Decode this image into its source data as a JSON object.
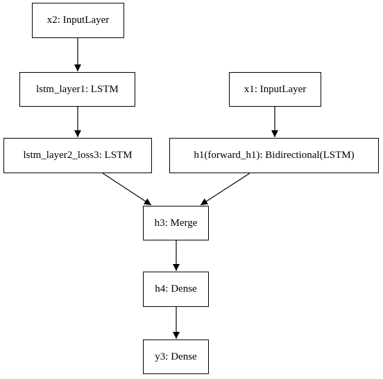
{
  "nodes": {
    "x2": "x2: InputLayer",
    "lstm_layer1": "lstm_layer1: LSTM",
    "x1": "x1: InputLayer",
    "lstm_layer2_loss3": "lstm_layer2_loss3: LSTM",
    "h1": "h1(forward_h1): Bidirectional(LSTM)",
    "h3": "h3: Merge",
    "h4": "h4: Dense",
    "y3": "y3: Dense"
  },
  "edges": [
    {
      "from": "x2",
      "to": "lstm_layer1"
    },
    {
      "from": "lstm_layer1",
      "to": "lstm_layer2_loss3"
    },
    {
      "from": "x1",
      "to": "h1"
    },
    {
      "from": "lstm_layer2_loss3",
      "to": "h3"
    },
    {
      "from": "h1",
      "to": "h3"
    },
    {
      "from": "h3",
      "to": "h4"
    },
    {
      "from": "h4",
      "to": "y3"
    }
  ]
}
